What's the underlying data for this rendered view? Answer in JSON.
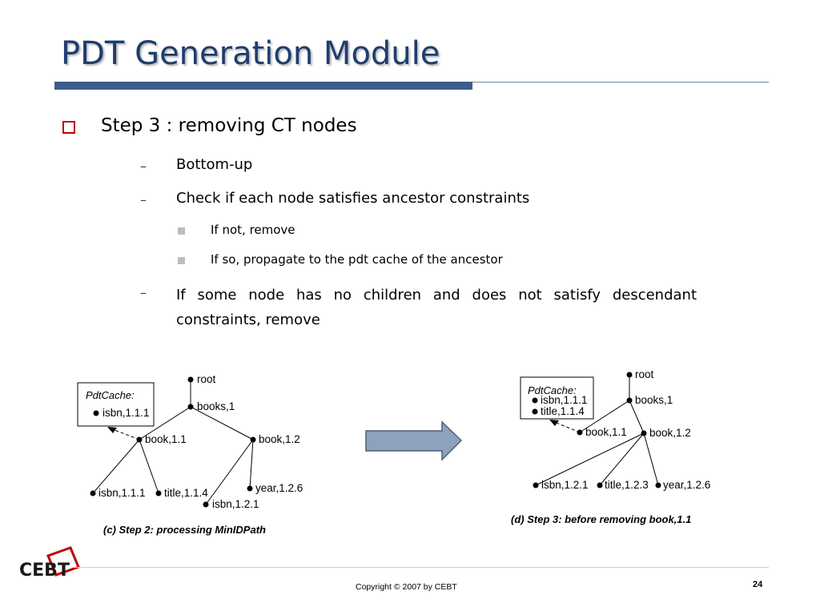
{
  "slide": {
    "title": "PDT Generation Module",
    "bullet1": "Step 3 : removing CT nodes",
    "sub": [
      {
        "dash": "–",
        "text": "Bottom-up"
      },
      {
        "dash": "–",
        "text": "Check if each node satisfies ancestor constraints"
      },
      {
        "dash": "–",
        "text": "If some node has no children and does not satisfy descendant constraints, remove"
      }
    ],
    "subsub": [
      "If not, remove",
      "If so, propagate to the pdt cache of the ancestor"
    ]
  },
  "diagram_left": {
    "cache_title": "PdtCache:",
    "cache_items": [
      "isbn,1.1.1"
    ],
    "nodes": {
      "root": "root",
      "books": "books,1",
      "book11": "book,1.1",
      "book12": "book,1.2",
      "isbn111": "isbn,1.1.1",
      "title114": "title,1.1.4",
      "year126": "year,1.2.6",
      "isbn121": "isbn,1.2.1"
    },
    "caption": "(c) Step 2: processing MinIDPath"
  },
  "diagram_right": {
    "cache_title": "PdtCache:",
    "cache_items": [
      "isbn,1.1.1",
      "title,1.1.4"
    ],
    "nodes": {
      "root": "root",
      "books": "books,1",
      "book11": "book,1.1",
      "book12": "book,1.2",
      "isbn121": "isbn,1.2.1",
      "title123": "title,1.2.3",
      "year126": "year,1.2.6"
    },
    "caption": "(d) Step 3: before removing book,1.1"
  },
  "logo": {
    "text": "CEBT",
    "accent": "#c00000"
  },
  "footer": {
    "copyright": "Copyright © 2007 by CEBT",
    "page": "24"
  },
  "colors": {
    "title": "#1f3d6e",
    "bar": "#3d5c8c",
    "bullet": "#c00000",
    "arrow": "#8da2bd"
  }
}
